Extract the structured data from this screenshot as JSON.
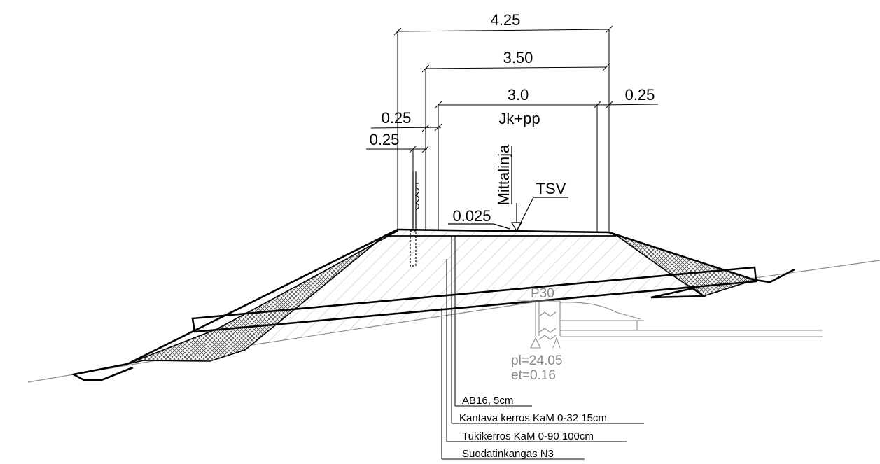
{
  "dimensions": {
    "total_width": "4.25",
    "inner_width": "3.50",
    "lane_width": "3.0",
    "right_shoulder": "0.25",
    "left_shoulder_upper": "0.25",
    "left_shoulder_lower": "0.25"
  },
  "labels": {
    "lane_type": "Jk+pp",
    "measure_line": "Mittalinja",
    "tsv": "TSV",
    "slope": "0.025",
    "existing_road": "P30",
    "pl": "pl=24.05",
    "et": "et=0.16"
  },
  "layers": [
    "AB16,  5cm",
    "Kantava kerros KaM 0-32 15cm",
    "Tukikerros KaM 0-90 100cm",
    "Suodatinkangas N3"
  ],
  "colors": {
    "line": "#000000",
    "existing_ground": "#8c8c8c"
  }
}
